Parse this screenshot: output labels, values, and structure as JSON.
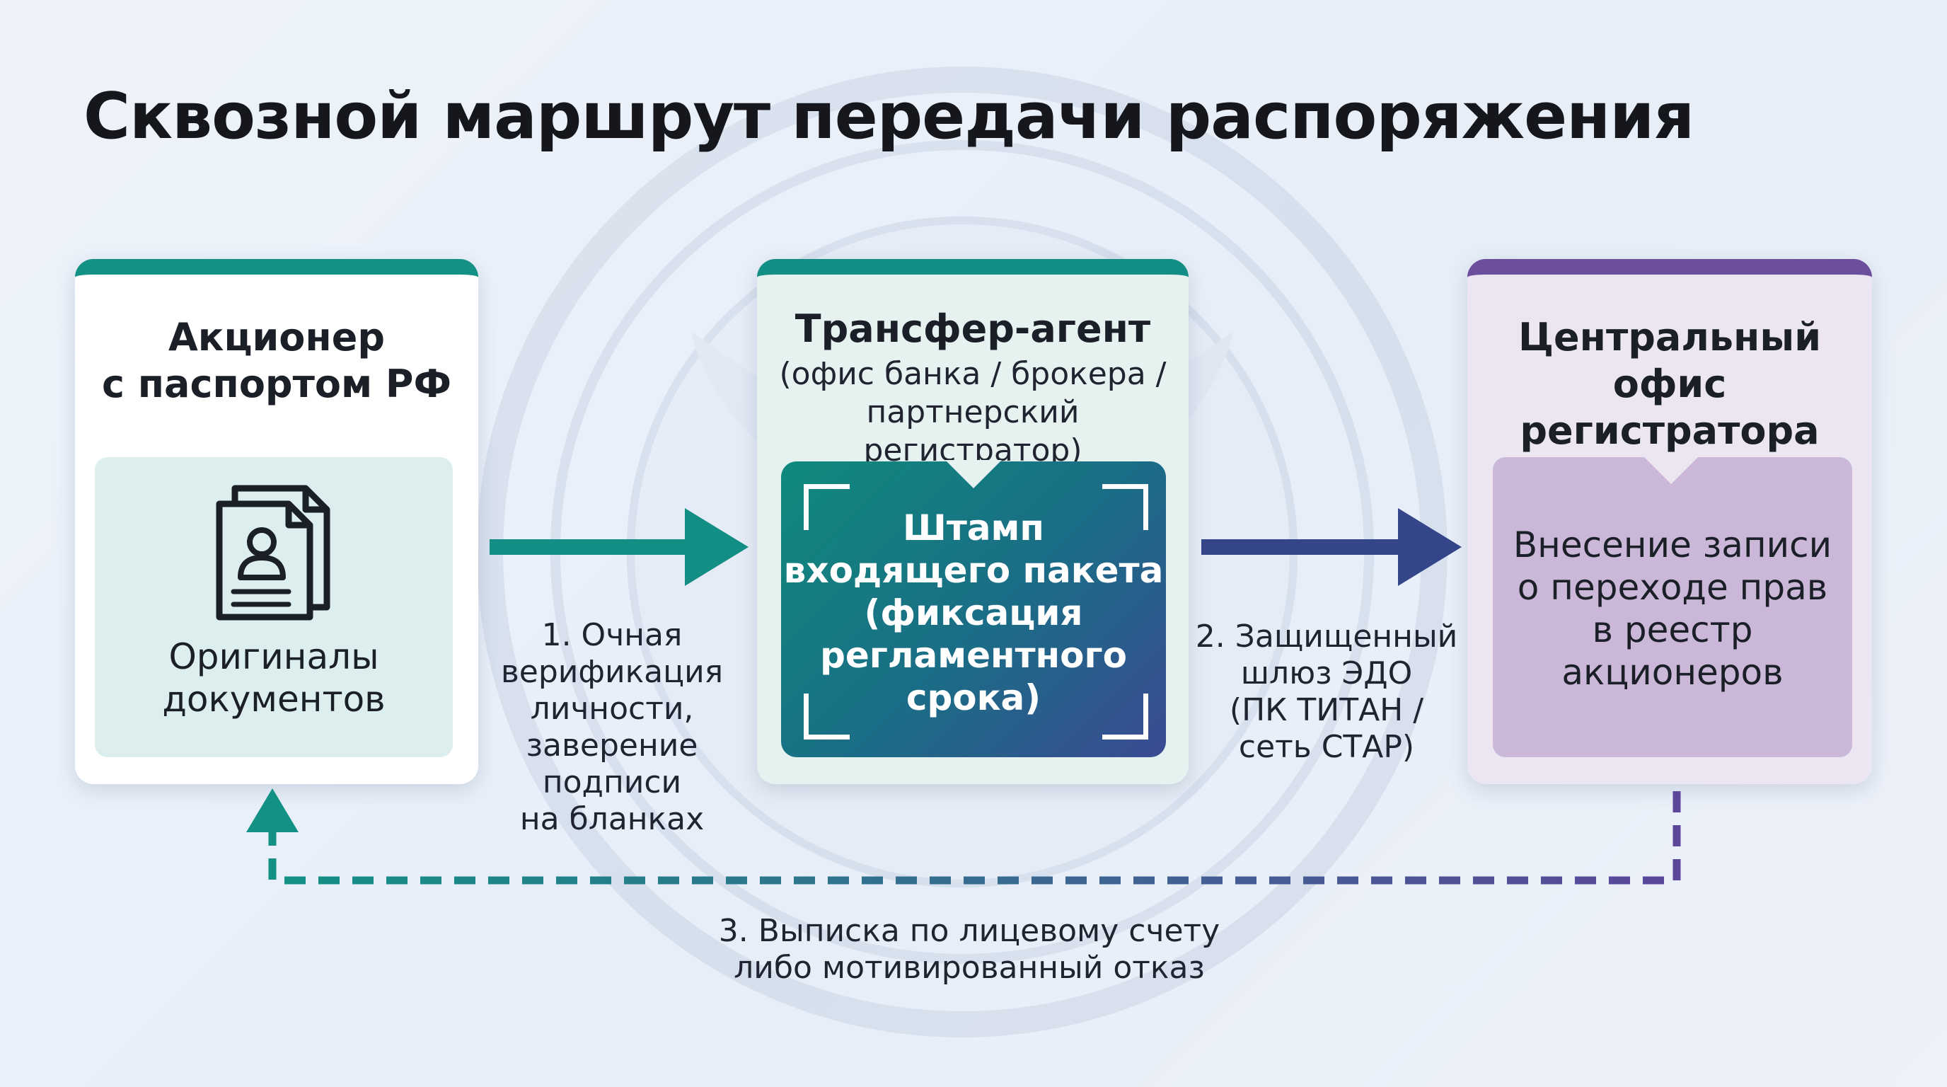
{
  "title": "Сквозной маршрут передачи распоряжения",
  "colors": {
    "teal": "#139185",
    "navy": "#34458a",
    "purple": "#6b4f9c",
    "lavender": "#cbb8d8"
  },
  "nodes": [
    {
      "title_lines": [
        "Акционер",
        "с паспортом РФ"
      ],
      "inner_lines": [
        "Оригиналы",
        "документов"
      ],
      "icon": "documents-person-icon"
    },
    {
      "title": "Трансфер-агент",
      "subtitle_lines": [
        "(офис банка / брокера /",
        "партнерский регистратор)"
      ],
      "inner_lines": [
        "Штамп",
        "входящего пакета",
        "(фиксация",
        "регламентного",
        "срока)"
      ]
    },
    {
      "title_lines": [
        "Центральный офис",
        "регистратора"
      ],
      "inner_lines": [
        "Внесение записи",
        "о переходе прав",
        "в реестр",
        "акционеров"
      ]
    }
  ],
  "flows": [
    {
      "label_lines": [
        "1. Очная",
        "верификация",
        "личности,",
        "заверение подписи",
        "на бланках"
      ]
    },
    {
      "label_lines": [
        "2. Защищенный",
        "шлюз ЭДО",
        "(ПК ТИТАН /",
        "сеть СТАР)"
      ]
    },
    {
      "label_lines": [
        "3. Выписка по лицевому счету",
        "либо мотивированный отказ"
      ]
    }
  ]
}
